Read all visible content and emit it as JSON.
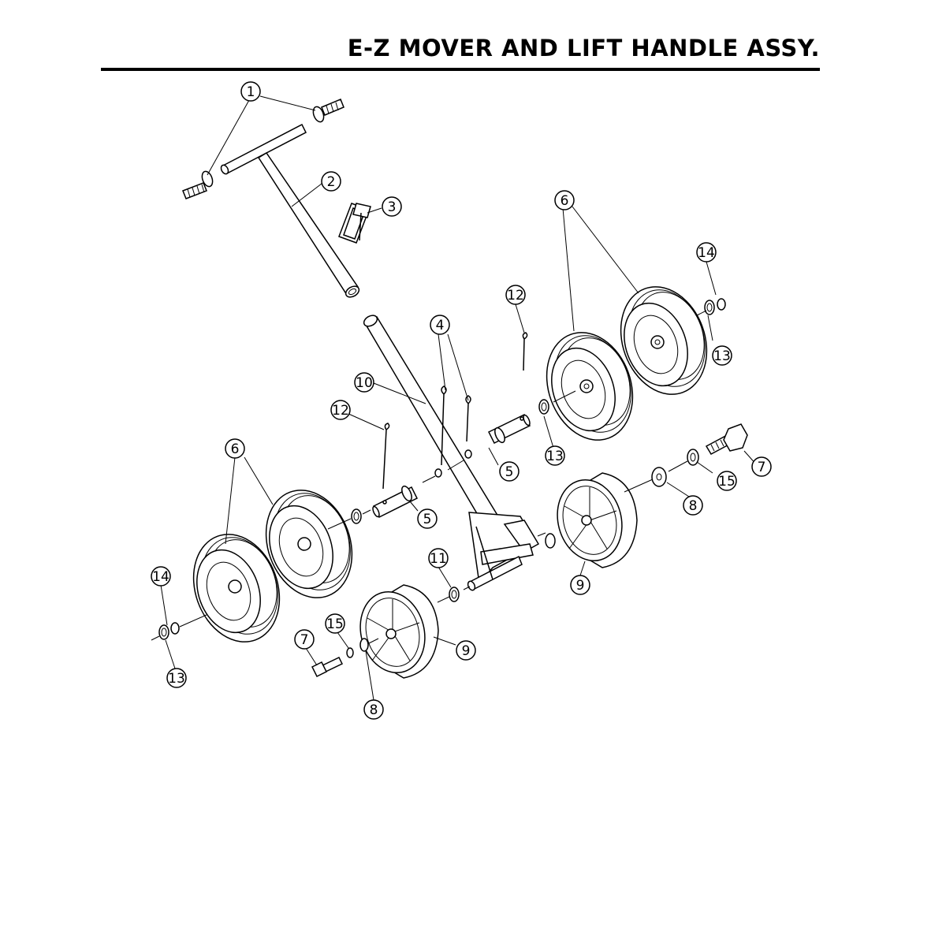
{
  "title": "E-Z MOVER AND LIFT HANDLE ASSY.",
  "callouts": [
    {
      "id": "c1",
      "label": "1"
    },
    {
      "id": "c2",
      "label": "2"
    },
    {
      "id": "c3",
      "label": "3"
    },
    {
      "id": "c4",
      "label": "4"
    },
    {
      "id": "c5a",
      "label": "5"
    },
    {
      "id": "c5b",
      "label": "5"
    },
    {
      "id": "c6a",
      "label": "6"
    },
    {
      "id": "c6b",
      "label": "6"
    },
    {
      "id": "c7a",
      "label": "7"
    },
    {
      "id": "c7b",
      "label": "7"
    },
    {
      "id": "c8a",
      "label": "8"
    },
    {
      "id": "c8b",
      "label": "8"
    },
    {
      "id": "c9a",
      "label": "9"
    },
    {
      "id": "c9b",
      "label": "9"
    },
    {
      "id": "c10",
      "label": "10"
    },
    {
      "id": "c11",
      "label": "11"
    },
    {
      "id": "c12a",
      "label": "12"
    },
    {
      "id": "c12b",
      "label": "12"
    },
    {
      "id": "c13a",
      "label": "13"
    },
    {
      "id": "c13b",
      "label": "13"
    },
    {
      "id": "c13c",
      "label": "13"
    },
    {
      "id": "c14a",
      "label": "14"
    },
    {
      "id": "c14b",
      "label": "14"
    },
    {
      "id": "c15a",
      "label": "15"
    },
    {
      "id": "c15b",
      "label": "15"
    }
  ]
}
